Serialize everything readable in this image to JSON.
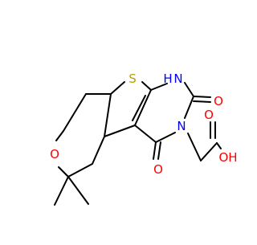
{
  "molecule": {
    "colors": {
      "bond": "#000000",
      "oxygen": "#ff0000",
      "nitrogen": "#0000ff",
      "sulfur": "#b8a000"
    },
    "atoms": {
      "sulfur_label": "S",
      "ring_nh_label": "H",
      "ring_nh_n": "N",
      "ring_n_label": "N",
      "ring_ether_o": "O",
      "carbonyl_o_top": "O",
      "carbonyl_o_bottom": "O",
      "acid_carbonyl_o": "O",
      "acid_hydroxyl": "OH"
    }
  }
}
